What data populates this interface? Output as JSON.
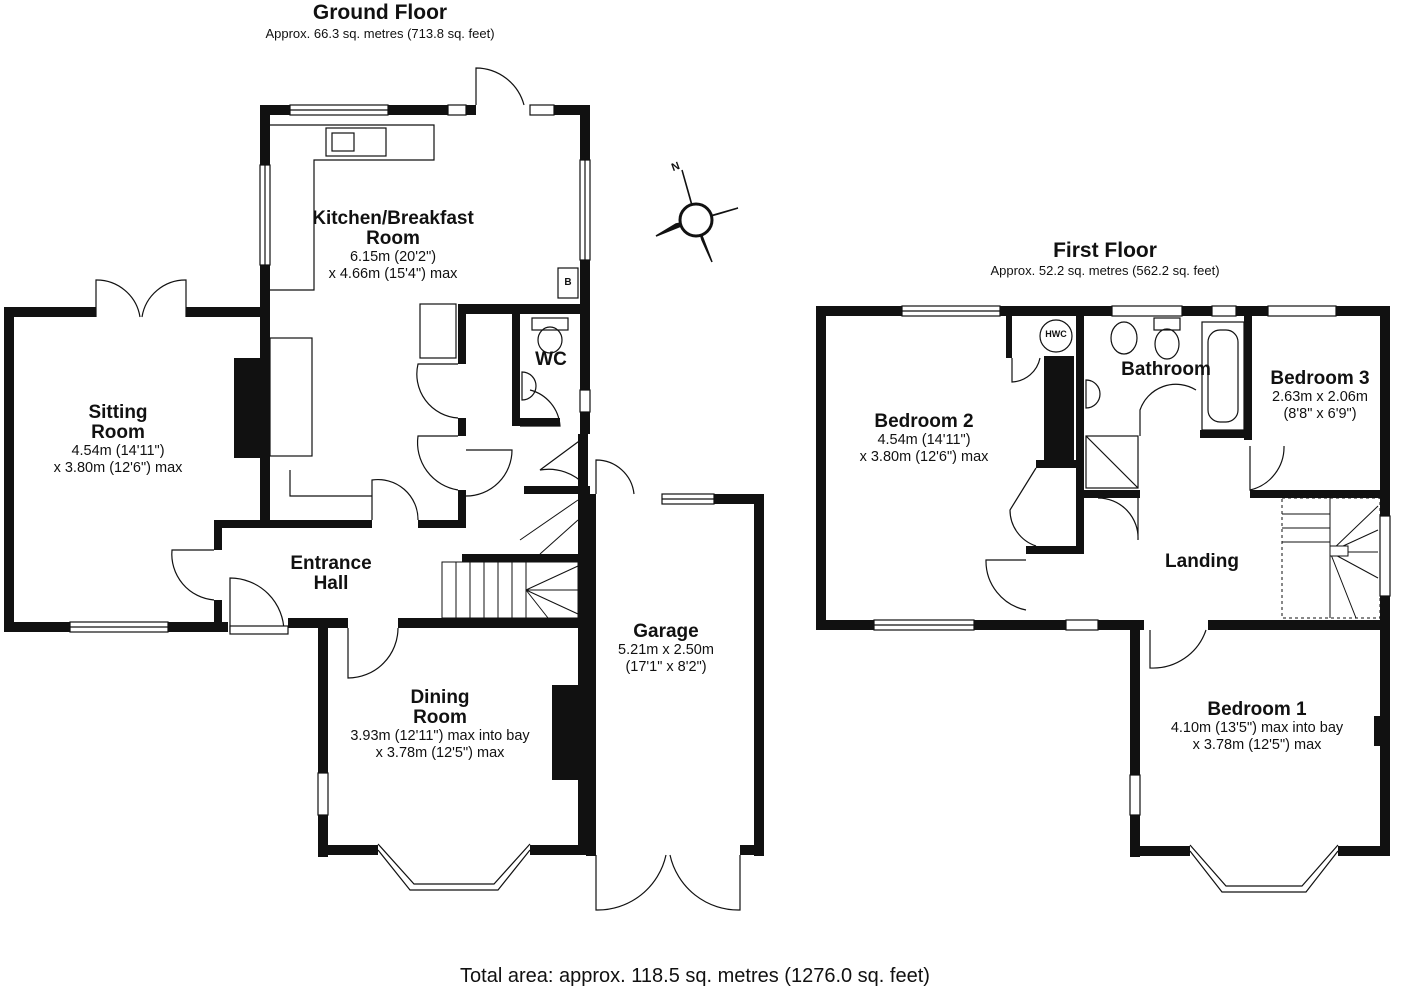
{
  "ground_floor": {
    "title": "Ground Floor",
    "area": "Approx. 66.3 sq. metres (713.8 sq. feet)",
    "rooms": {
      "kitchen": {
        "name_line1": "Kitchen/Breakfast",
        "name_line2": "Room",
        "dim_line1": "6.15m (20'2\")",
        "dim_line2": "x 4.66m (15'4\") max"
      },
      "sitting": {
        "name_line1": "Sitting",
        "name_line2": "Room",
        "dim_line1": "4.54m (14'11\")",
        "dim_line2": "x 3.80m (12'6\") max"
      },
      "wc": {
        "name": "WC"
      },
      "entrance": {
        "name_line1": "Entrance",
        "name_line2": "Hall"
      },
      "dining": {
        "name_line1": "Dining",
        "name_line2": "Room",
        "dim_line1": "3.93m (12'11\") max into bay",
        "dim_line2": "x 3.78m (12'5\") max"
      },
      "garage": {
        "name": "Garage",
        "dim_line1": "5.21m x 2.50m",
        "dim_line2": "(17'1\" x 8'2\")"
      }
    },
    "boiler_tag": "B"
  },
  "first_floor": {
    "title": "First Floor",
    "area": "Approx. 52.2 sq. metres (562.2 sq. feet)",
    "rooms": {
      "bedroom2": {
        "name": "Bedroom 2",
        "dim_line1": "4.54m (14'11\")",
        "dim_line2": "x 3.80m (12'6\") max"
      },
      "bathroom": {
        "name": "Bathroom"
      },
      "bedroom3": {
        "name": "Bedroom 3",
        "dim_line1": "2.63m x 2.06m",
        "dim_line2": "(8'8\" x 6'9\")"
      },
      "landing": {
        "name": "Landing"
      },
      "bedroom1": {
        "name": "Bedroom 1",
        "dim_line1": "4.10m (13'5\") max into bay",
        "dim_line2": "x 3.78m (12'5\") max"
      }
    },
    "hwc_tag": "HWC"
  },
  "compass": {
    "label": "N"
  },
  "total_area": "Total area: approx. 118.5 sq. metres (1276.0 sq. feet)"
}
